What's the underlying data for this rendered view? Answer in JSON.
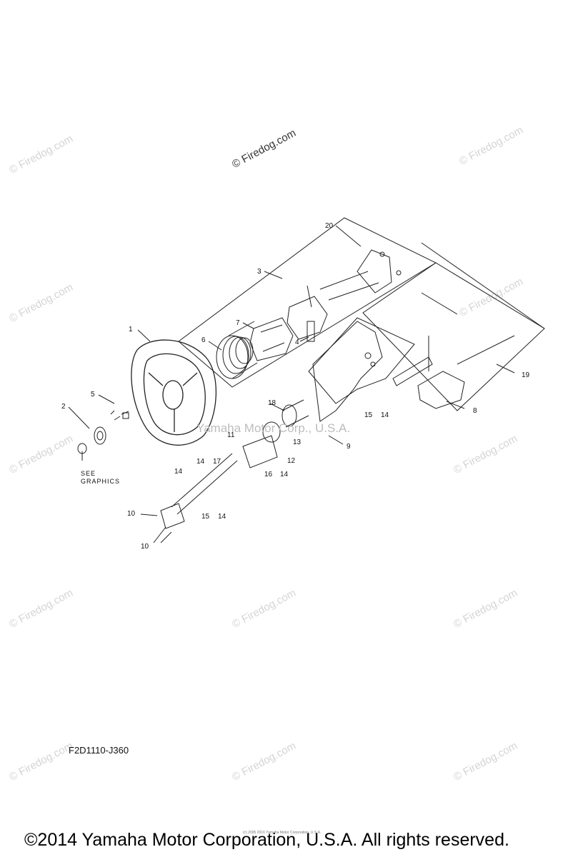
{
  "watermark": {
    "text": "© Firedog.com"
  },
  "center_watermark": "Yamaha Motor Corp., U.S.A.",
  "callouts": {
    "c1": "1",
    "c2": "2",
    "c3": "3",
    "c4": "4",
    "c5": "5",
    "c6": "6",
    "c7": "7",
    "c8": "8",
    "c9": "9",
    "c10a": "10",
    "c10b": "10",
    "c11": "11",
    "c12": "12",
    "c13": "13",
    "c14a": "14",
    "c14b": "14",
    "c15a": "15",
    "c15a_14": "14",
    "c15b": "15",
    "c15b_14": "14",
    "c16": "16",
    "c16_14": "14",
    "c17": "17",
    "c18": "18",
    "c19": "19",
    "c20": "20"
  },
  "see_graphics": {
    "line1": "SEE",
    "line2": "GRAPHICS"
  },
  "diagram_code": "F2D1110-J360",
  "fine_print": "(c) 2005 2016 Yamaha Motor Corporation, U.S.A.",
  "footer_copyright": "©2014 Yamaha Motor Corporation, U.S.A. All rights reserved."
}
